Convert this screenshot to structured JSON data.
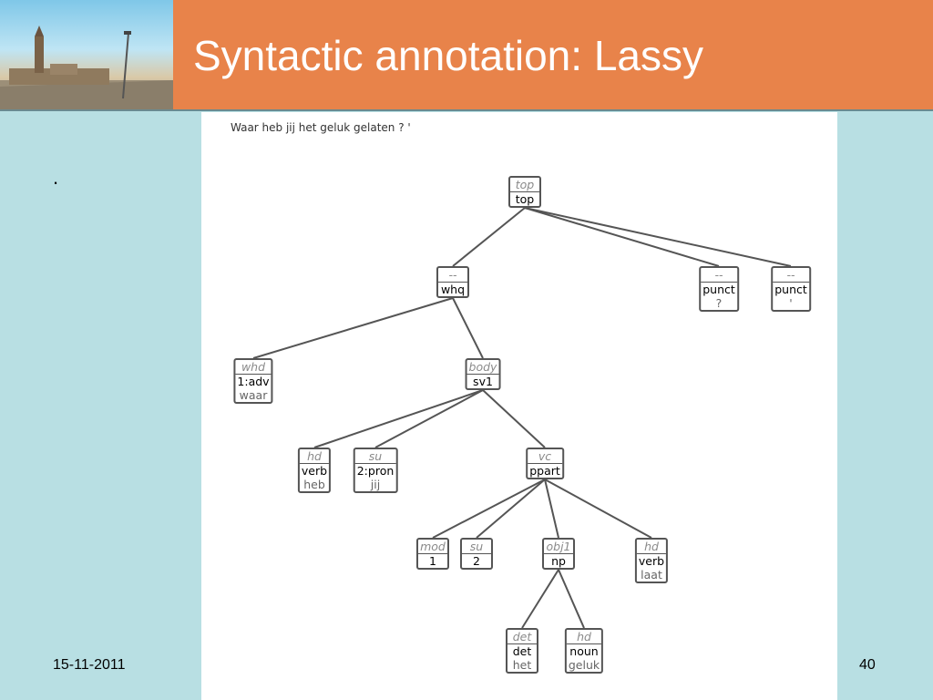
{
  "header": {
    "title": "Syntactic annotation: Lassy"
  },
  "content": {
    "bullet": "."
  },
  "footer": {
    "date": "15-11-2011",
    "page": "40"
  },
  "colors": {
    "header_orange": "#e8834a",
    "background": "#b8dfe3",
    "node_border": "#555555"
  },
  "tree": {
    "sentence": "Waar heb jij het geluk gelaten ? '",
    "nodes": [
      {
        "id": "top",
        "rel": "top",
        "cat": "top",
        "word": ""
      },
      {
        "id": "whq",
        "rel": "--",
        "cat": "whq",
        "word": ""
      },
      {
        "id": "p1",
        "rel": "--",
        "cat": "punct",
        "word": "?"
      },
      {
        "id": "p2",
        "rel": "--",
        "cat": "punct",
        "word": "'"
      },
      {
        "id": "whd",
        "rel": "whd",
        "cat": "1:adv",
        "word": "waar"
      },
      {
        "id": "body",
        "rel": "body",
        "cat": "sv1",
        "word": ""
      },
      {
        "id": "hd1",
        "rel": "hd",
        "cat": "verb",
        "word": "heb"
      },
      {
        "id": "su1",
        "rel": "su",
        "cat": "2:pron",
        "word": "jij"
      },
      {
        "id": "vc",
        "rel": "vc",
        "cat": "ppart",
        "word": ""
      },
      {
        "id": "mod",
        "rel": "mod",
        "cat": "1",
        "word": ""
      },
      {
        "id": "su2",
        "rel": "su",
        "cat": "2",
        "word": ""
      },
      {
        "id": "obj1",
        "rel": "obj1",
        "cat": "np",
        "word": ""
      },
      {
        "id": "hd2",
        "rel": "hd",
        "cat": "verb",
        "word": "laat"
      },
      {
        "id": "det",
        "rel": "det",
        "cat": "det",
        "word": "het"
      },
      {
        "id": "hd3",
        "rel": "hd",
        "cat": "noun",
        "word": "geluk"
      }
    ],
    "edges": [
      [
        "top",
        "whq"
      ],
      [
        "top",
        "p1"
      ],
      [
        "top",
        "p2"
      ],
      [
        "whq",
        "whd"
      ],
      [
        "whq",
        "body"
      ],
      [
        "body",
        "hd1"
      ],
      [
        "body",
        "su1"
      ],
      [
        "body",
        "vc"
      ],
      [
        "vc",
        "mod"
      ],
      [
        "vc",
        "su2"
      ],
      [
        "vc",
        "obj1"
      ],
      [
        "vc",
        "hd2"
      ],
      [
        "obj1",
        "det"
      ],
      [
        "obj1",
        "hd3"
      ]
    ]
  }
}
